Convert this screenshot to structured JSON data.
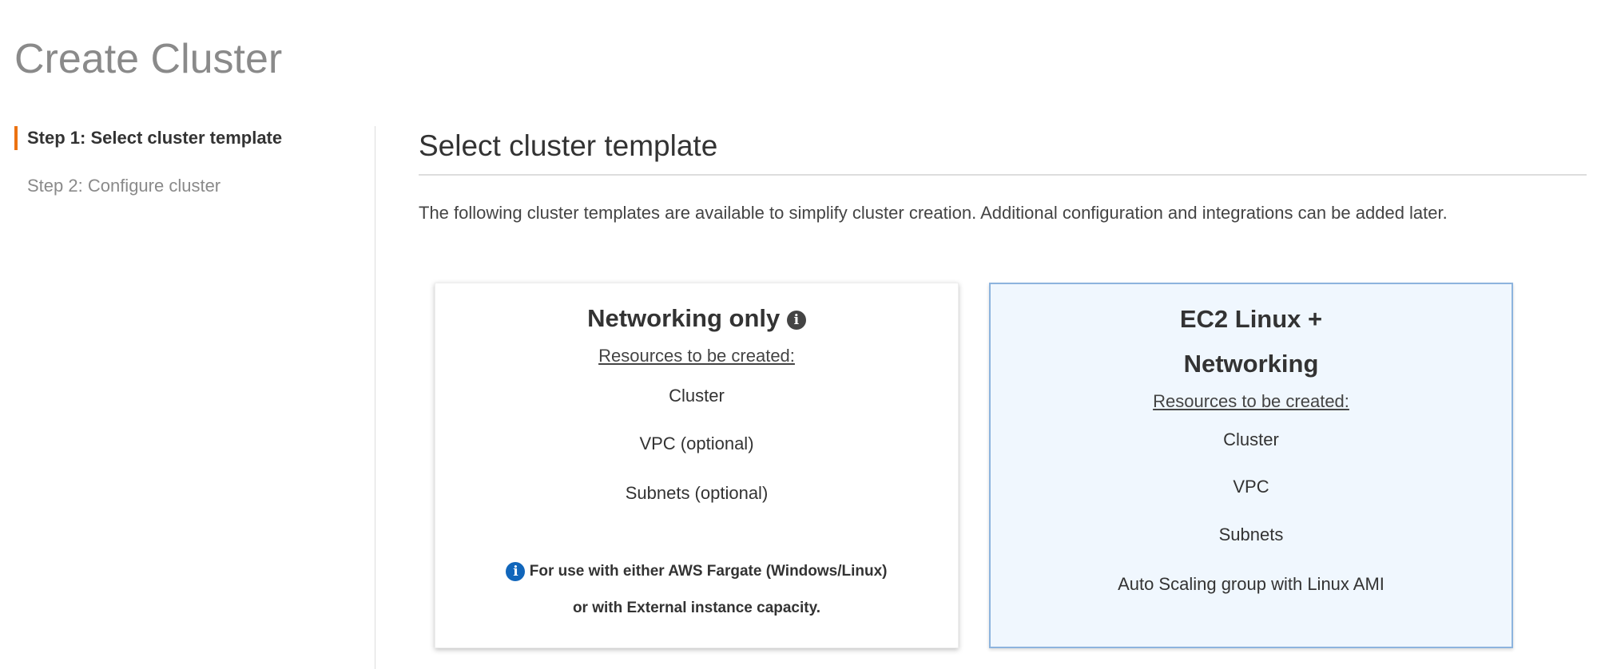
{
  "page": {
    "title": "Create Cluster"
  },
  "sidebar": {
    "steps": [
      {
        "label": "Step 1: Select cluster template",
        "active": true
      },
      {
        "label": "Step 2: Configure cluster",
        "active": false
      }
    ]
  },
  "main": {
    "heading": "Select cluster template",
    "description": "The following cluster templates are available to simplify cluster creation. Additional configuration and integrations can be added later.",
    "cards": [
      {
        "title": "Networking only",
        "info_icon": "info-icon",
        "resources_label": "Resources to be created:",
        "items": [
          "Cluster",
          "VPC (optional)",
          "Subnets (optional)"
        ],
        "note_line1": "For use with either AWS Fargate (Windows/Linux)",
        "note_line2": "or with External instance capacity.",
        "selected": false
      },
      {
        "title_line1": "EC2 Linux +",
        "title_line2": "Networking",
        "resources_label": "Resources to be created:",
        "items": [
          "Cluster",
          "VPC",
          "Subnets",
          "Auto Scaling group with Linux AMI"
        ],
        "selected": true
      }
    ]
  },
  "colors": {
    "accent": "#ec7211",
    "selected_bg": "#f0f7fe",
    "selected_border": "#8db4de",
    "info_blue": "#1166bb"
  }
}
